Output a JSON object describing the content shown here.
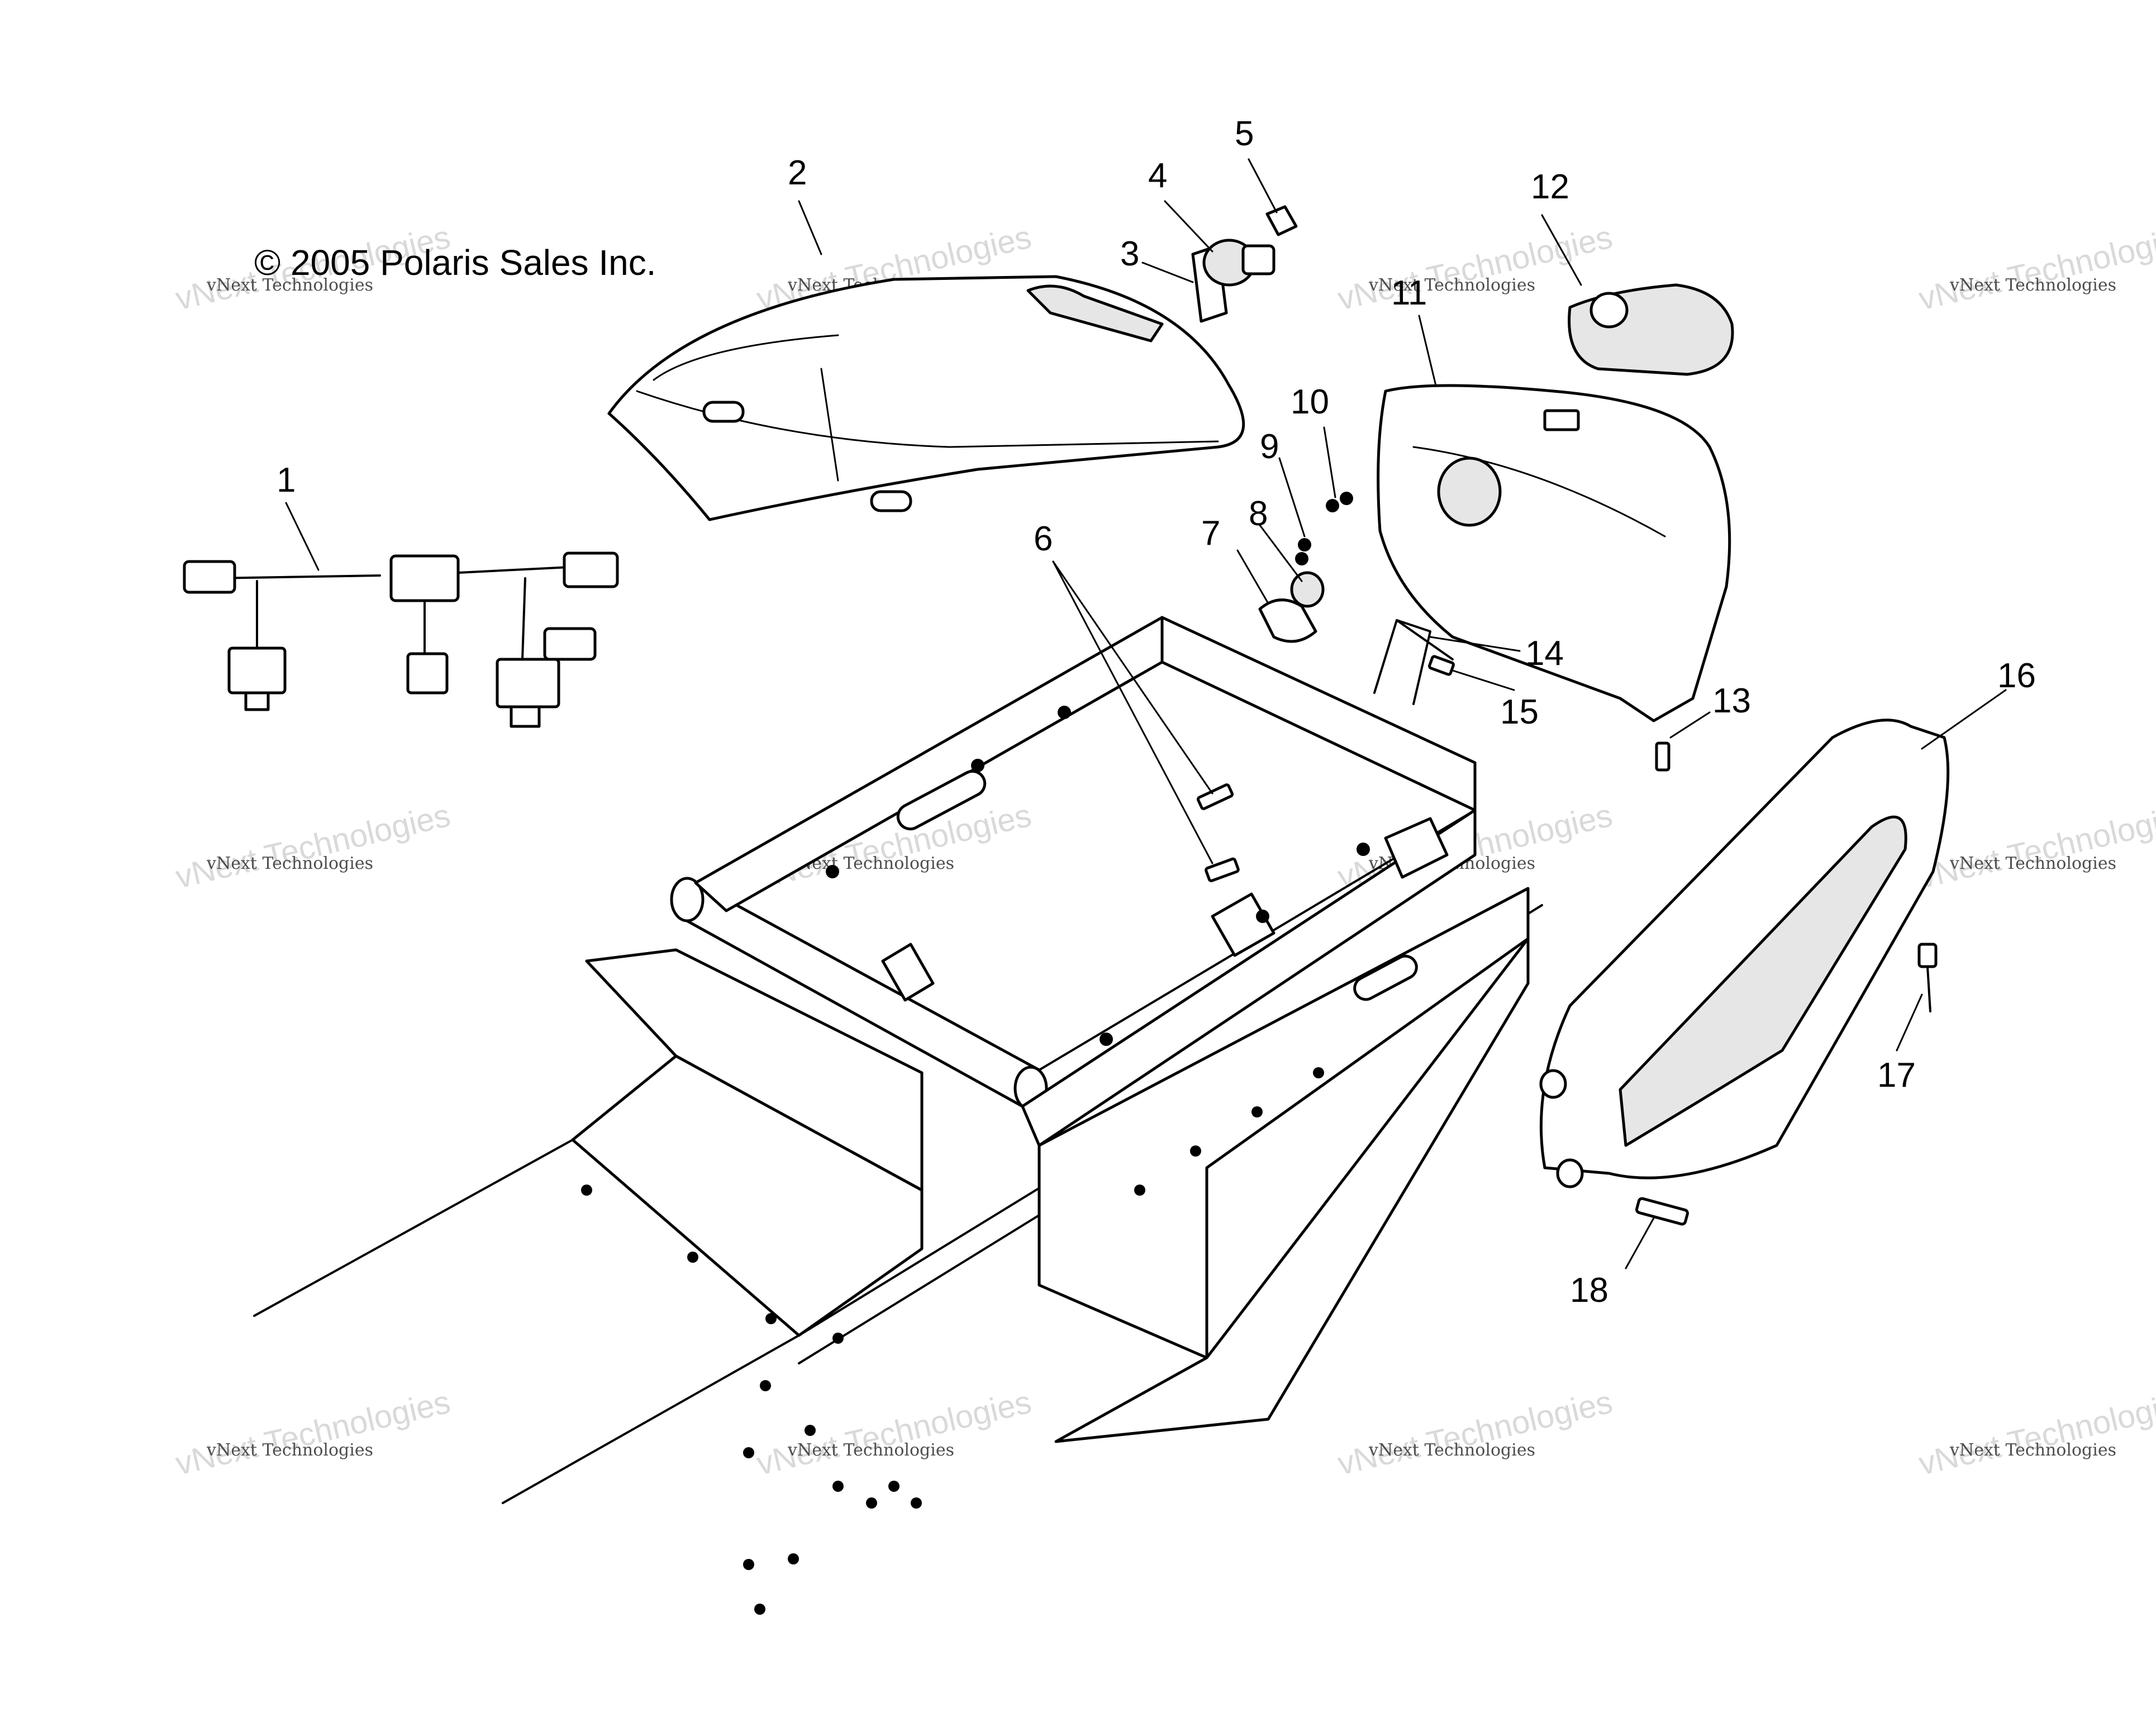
{
  "copyright": "© 2005 Polaris Sales Inc.",
  "watermark": {
    "brand": "vNext Technologies",
    "small": "vNext Technologies"
  },
  "callouts": [
    "1",
    "2",
    "3",
    "4",
    "5",
    "6",
    "7",
    "8",
    "9",
    "10",
    "11",
    "12",
    "13",
    "14",
    "15",
    "16",
    "17",
    "18"
  ],
  "colors": {
    "line": "#000000",
    "background": "#ffffff",
    "watermark": "#d9d9d9"
  }
}
